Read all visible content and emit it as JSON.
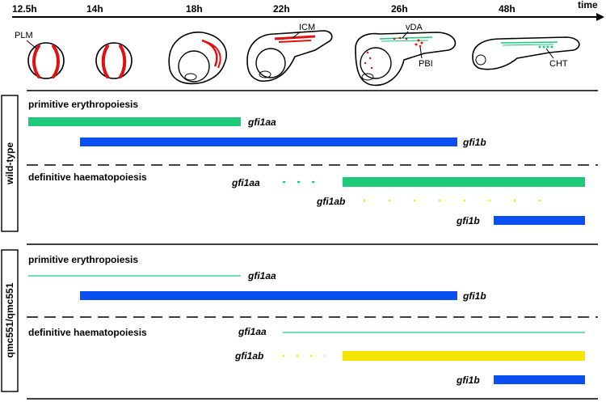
{
  "timeline": {
    "axis_label": "time",
    "ticks": [
      "12.5h",
      "14h",
      "18h",
      "22h",
      "26h",
      "48h"
    ]
  },
  "stage_labels": {
    "plm": "PLM",
    "icm": "ICM",
    "vda": "vDA",
    "pbi": "PBI",
    "cht": "CHT"
  },
  "panels": {
    "wildtype": {
      "label": "wild-type",
      "primitive": {
        "title": "primitive erythropoiesis",
        "gene1": "gfi1aa",
        "gene2": "gfi1b"
      },
      "definitive": {
        "title": "definitive haematopoiesis",
        "gene1": "gfi1aa",
        "gene2": "gfi1ab",
        "gene3": "gfi1b"
      }
    },
    "mutant": {
      "label": "qmc551/qmc551",
      "primitive": {
        "title": "primitive erythropoiesis",
        "gene1": "gfi1aa",
        "gene2": "gfi1b"
      },
      "definitive": {
        "title": "definitive haematopoiesis",
        "gene1": "gfi1aa",
        "gene2": "gfi1ab",
        "gene3": "gfi1b"
      }
    }
  },
  "colors": {
    "gfi1aa": "#1ec97a",
    "gfi1ab": "#f5e600",
    "gfi1b": "#0a4ff0",
    "embryo_marker": "#e01010"
  }
}
